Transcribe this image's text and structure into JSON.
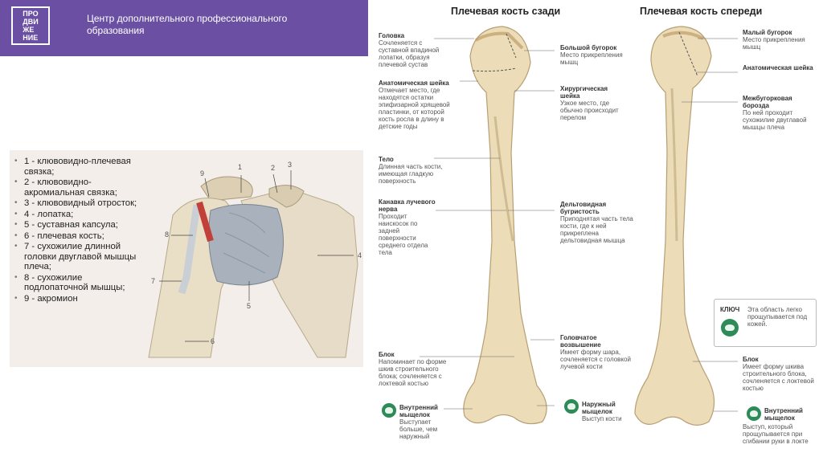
{
  "header": {
    "logo_lines": [
      "ПРО",
      "ДВИ",
      "ЖЕ",
      "НИЕ"
    ],
    "title": "Центр дополнительного профессионального образования"
  },
  "shoulder_legend": [
    "1 - клювовидно-плечевая связка;",
    "2 - клювовидно-акромиальная связка;",
    "3 - клювовидный отросток;",
    "4 - лопатка;",
    "5 - суставная капсула;",
    "6 - плечевая кость;",
    "7 - сухожилие длинной головки двуглавой мышцы плеча;",
    "8 - сухожилие подлопаточной мышцы;",
    "9 - акромион"
  ],
  "shoulder_numbers": [
    "9",
    "1",
    "2",
    "3",
    "8",
    "7",
    "5",
    "4",
    "6"
  ],
  "back_view": {
    "title": "Плечевая кость сзади",
    "labels": [
      {
        "head": "Головка",
        "desc": "Сочленяется с суставной впадиной лопатки, образуя плечевой сустав"
      },
      {
        "head": "Анатомическая шейка",
        "desc": "Отмечает место, где находятся остатки эпифизарной хрящевой пластинки, от которой кость росла в длину в детские годы"
      },
      {
        "head": "Тело",
        "desc": "Длинная часть кости, имеющая гладкую поверхность"
      },
      {
        "head": "Канавка лучевого нерва",
        "desc": "Проходит наискосок по задней поверхности среднего отдела тела"
      },
      {
        "head": "Блок",
        "desc": "Напоминает по форме шкив строительного блока; сочленяется с локтевой костью"
      },
      {
        "head": "Внутренний мыщелок",
        "desc": "Выступает больше, чем наружный"
      }
    ]
  },
  "middle_labels": [
    {
      "head": "Большой бугорок",
      "desc": "Место прикрепления мышц"
    },
    {
      "head": "Хирургическая шейка",
      "desc": "Узкое место, где обычно происходит перелом"
    },
    {
      "head": "Дельтовидная бугристость",
      "desc": "Приподнятая часть тела кости, где к ней прикреплена дельтовидная мышца"
    },
    {
      "head": "Головчатое возвышение",
      "desc": "Имеет форму шара, сочленяется с головкой лучевой кости"
    },
    {
      "head": "Наружный мыщелок",
      "desc": "Выступ кости"
    }
  ],
  "front_view": {
    "title": "Плечевая кость спереди",
    "labels": [
      {
        "head": "Малый бугорок",
        "desc": "Место прикрепления мышц"
      },
      {
        "head": "Анатомическая шейка",
        "desc": ""
      },
      {
        "head": "Межбугорковая борозда",
        "desc": "По ней проходит сухожилие двуглавой мышцы плеча"
      },
      {
        "head": "Блок",
        "desc": "Имеет форму шкива строительного блока, сочленяется с локтевой костью"
      },
      {
        "head": "Внутренний мыщелок",
        "desc": "Выступ, который прощупывается при сгибании руки в локте"
      }
    ]
  },
  "key": {
    "title": "КЛЮЧ",
    "text": "Эта область легко прощупывается под кожей."
  },
  "colors": {
    "header": "#6a4fa3",
    "bone": "#ecdcb8",
    "badge": "#2e8b57"
  }
}
